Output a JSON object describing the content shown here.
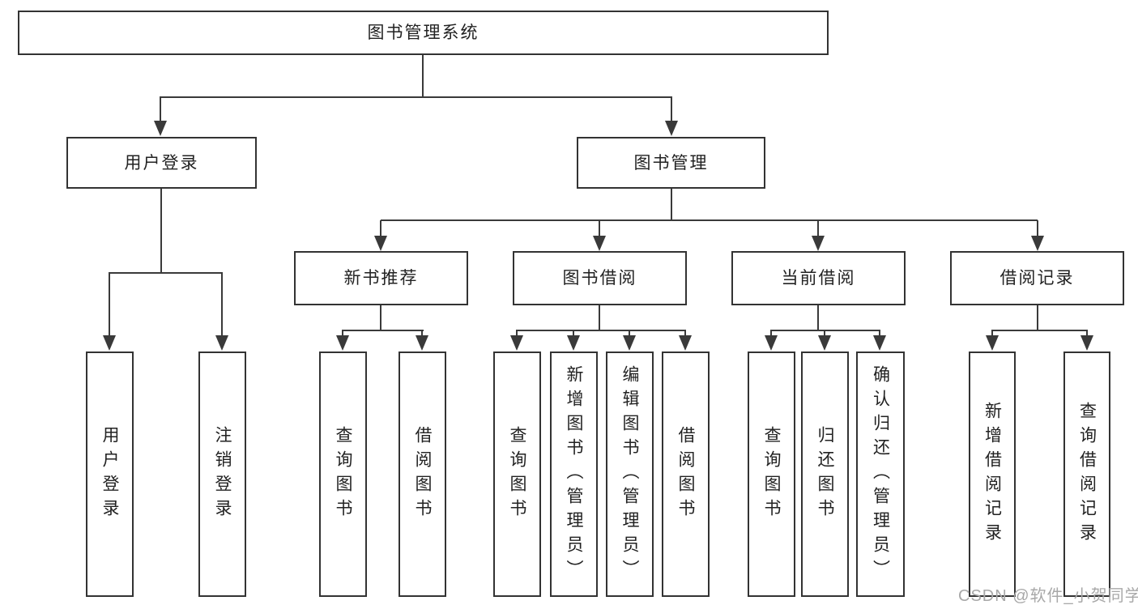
{
  "colors": {
    "box_border": "#333333",
    "connector_line": "#3a3a3a",
    "box_fill": "#ffffff",
    "text": "#222222",
    "watermark_text": "#a8a8a8",
    "background": "#ffffff"
  },
  "tree": {
    "root": "图书管理系统",
    "branches": [
      {
        "label": "用户登录",
        "leaves": [
          "用户登录",
          "注销登录"
        ]
      },
      {
        "label": "图书管理",
        "groups": [
          {
            "label": "新书推荐",
            "leaves": [
              "查询图书",
              "借阅图书"
            ]
          },
          {
            "label": "图书借阅",
            "leaves": [
              "查询图书",
              "新增图书（管理员）",
              "编辑图书（管理员）",
              "借阅图书"
            ]
          },
          {
            "label": "当前借阅",
            "leaves": [
              "查询图书",
              "归还图书",
              "确认归还（管理员）"
            ]
          },
          {
            "label": "借阅记录",
            "leaves": [
              "新增借阅记录",
              "查询借阅记录"
            ]
          }
        ]
      }
    ]
  },
  "watermark": "CSDN @软件_小贺同学"
}
